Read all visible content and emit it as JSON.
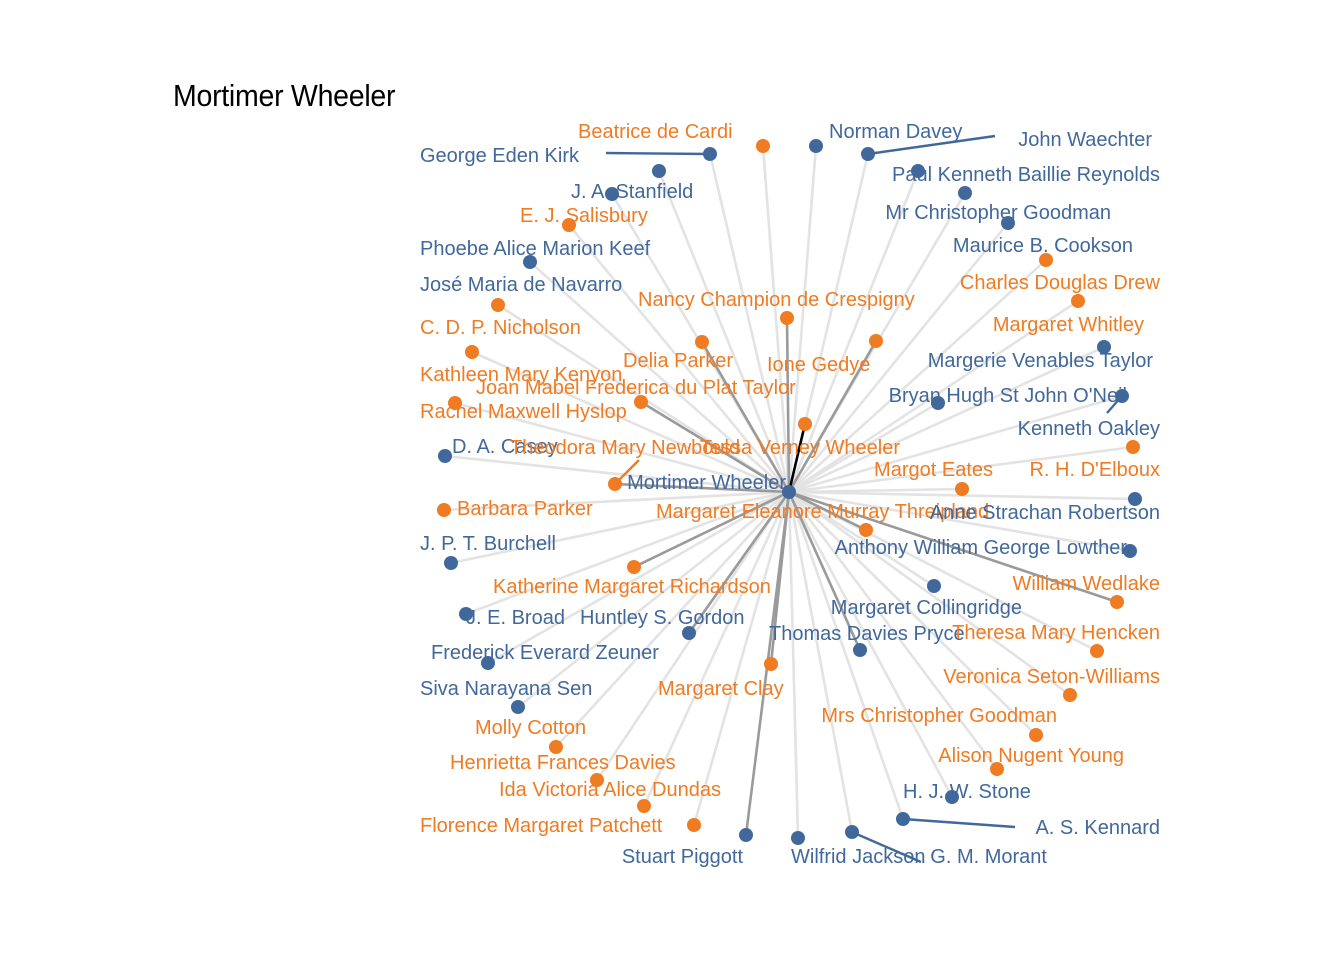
{
  "title": "Mortimer Wheeler",
  "colors": {
    "male": "#41689b",
    "female": "#ef7b22",
    "edge_light": "#e3e3e3",
    "edge_mid": "#9a9a9a",
    "edge_dark": "#000000"
  },
  "center": {
    "name": "Mortimer Wheeler",
    "group": "male"
  },
  "nodes": [
    {
      "name": "Beatrice de Cardi",
      "group": "female",
      "strength": 1
    },
    {
      "name": "Norman Davey",
      "group": "male",
      "strength": 1
    },
    {
      "name": "John Waechter",
      "group": "male",
      "strength": 1
    },
    {
      "name": "George Eden Kirk",
      "group": "male",
      "strength": 1
    },
    {
      "name": "J. A. Stanfield",
      "group": "male",
      "strength": 1
    },
    {
      "name": "Paul Kenneth Baillie Reynolds",
      "group": "male",
      "strength": 1
    },
    {
      "name": "E. J. Salisbury",
      "group": "female",
      "strength": 1
    },
    {
      "name": "Mr Christopher Goodman",
      "group": "male",
      "strength": 1
    },
    {
      "name": "Phoebe Alice Marion Keef",
      "group": "male",
      "strength": 1
    },
    {
      "name": "Maurice B. Cookson",
      "group": "male",
      "strength": 1
    },
    {
      "name": "José Maria de Navarro",
      "group": "male",
      "strength": 1
    },
    {
      "name": "Charles Douglas Drew",
      "group": "female",
      "strength": 1
    },
    {
      "name": "Nancy Champion de Crespigny",
      "group": "female",
      "strength": 2
    },
    {
      "name": "C. D. P. Nicholson",
      "group": "female",
      "strength": 1
    },
    {
      "name": "Margaret Whitley",
      "group": "female",
      "strength": 1
    },
    {
      "name": "Delia Parker",
      "group": "female",
      "strength": 2
    },
    {
      "name": "Ione Gedye",
      "group": "female",
      "strength": 2
    },
    {
      "name": "Margerie Venables Taylor",
      "group": "male",
      "strength": 1
    },
    {
      "name": "Kathleen Mary Kenyon",
      "group": "female",
      "strength": 1
    },
    {
      "name": "Joan Mabel Frederica du Plat Taylor",
      "group": "female",
      "strength": 2
    },
    {
      "name": "Bryan Hugh St John O'Neil",
      "group": "male",
      "strength": 1
    },
    {
      "name": "Rachel Maxwell Hyslop",
      "group": "female",
      "strength": 1
    },
    {
      "name": "Tessa Verney Wheeler",
      "group": "female",
      "strength": 3
    },
    {
      "name": "Kenneth Oakley",
      "group": "male",
      "strength": 1
    },
    {
      "name": "D. A. Casey",
      "group": "male",
      "strength": 1
    },
    {
      "name": "Theodora Mary Newbould",
      "group": "female",
      "strength": 2
    },
    {
      "name": "R. H. D'Elboux",
      "group": "female",
      "strength": 1
    },
    {
      "name": "Margot Eates",
      "group": "female",
      "strength": 1
    },
    {
      "name": "Barbara Parker",
      "group": "female",
      "strength": 1
    },
    {
      "name": "Margaret Eleanore Murray Threipland",
      "group": "female",
      "strength": 2
    },
    {
      "name": "Anne Strachan Robertson",
      "group": "male",
      "strength": 1
    },
    {
      "name": "J. P. T. Burchell",
      "group": "male",
      "strength": 1
    },
    {
      "name": "Anthony William George Lowther",
      "group": "male",
      "strength": 1
    },
    {
      "name": "Katherine Margaret Richardson",
      "group": "female",
      "strength": 2
    },
    {
      "name": "William Wedlake",
      "group": "female",
      "strength": 2
    },
    {
      "name": "Margaret Collingridge",
      "group": "male",
      "strength": 1
    },
    {
      "name": "J. E. Broad",
      "group": "male",
      "strength": 1
    },
    {
      "name": "Huntley S. Gordon",
      "group": "male",
      "strength": 2
    },
    {
      "name": "Thomas Davies Pryce",
      "group": "male",
      "strength": 2
    },
    {
      "name": "Theresa Mary Hencken",
      "group": "female",
      "strength": 1
    },
    {
      "name": "Frederick Everard Zeuner",
      "group": "male",
      "strength": 1
    },
    {
      "name": "Veronica Seton-Williams",
      "group": "female",
      "strength": 1
    },
    {
      "name": "Margaret Clay",
      "group": "female",
      "strength": 2
    },
    {
      "name": "Siva Narayana Sen",
      "group": "male",
      "strength": 1
    },
    {
      "name": "Mrs Christopher Goodman",
      "group": "female",
      "strength": 1
    },
    {
      "name": "Molly Cotton",
      "group": "female",
      "strength": 1
    },
    {
      "name": "Alison Nugent Young",
      "group": "female",
      "strength": 1
    },
    {
      "name": "Henrietta Frances Davies",
      "group": "female",
      "strength": 1
    },
    {
      "name": "H. J. W. Stone",
      "group": "male",
      "strength": 1
    },
    {
      "name": "Ida Victoria Alice Dundas",
      "group": "female",
      "strength": 1
    },
    {
      "name": "A. S. Kennard",
      "group": "male",
      "strength": 1
    },
    {
      "name": "Florence Margaret Patchett",
      "group": "female",
      "strength": 1
    },
    {
      "name": "Stuart Piggott",
      "group": "male",
      "strength": 2
    },
    {
      "name": "Wilfrid Jackson",
      "group": "male",
      "strength": 1
    },
    {
      "name": "G. M. Morant",
      "group": "male",
      "strength": 1
    }
  ]
}
